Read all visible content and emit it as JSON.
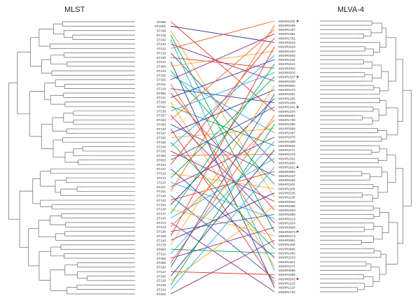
{
  "titles": {
    "left": "MLST",
    "right": "MLVA-4"
  },
  "colors": {
    "tree": "#666666",
    "label": "#333333",
    "marker": "#e0262a",
    "links": [
      "#e8342d",
      "#2e3192",
      "#f7a823",
      "#00a651",
      "#27aae1",
      "#8e2a8e",
      "#f26522",
      "#3a53a4"
    ]
  },
  "left_labels": [
    "ST665",
    "ST1001",
    "ST339",
    "ST106",
    "ST242",
    "ST243",
    "ST112",
    "ST132",
    "ST139",
    "ST113",
    "ST484",
    "ST123",
    "ST335",
    "ST325",
    "ST241",
    "ST128",
    "ST996",
    "ST121",
    "ST250",
    "ST111",
    "ST118",
    "ST337",
    "ST333",
    "ST483",
    "ST120",
    "ST127",
    "ST332",
    "ST130",
    "ST108",
    "ST105",
    "ST463",
    "ST803",
    "ST244",
    "ST137",
    "ST115",
    "ST114",
    "ST110",
    "ST107",
    "ST101",
    "ST140",
    "ST142",
    "ST334",
    "ST146",
    "ST147",
    "ST144",
    "ST273",
    "ST143",
    "ST136",
    "ST328",
    "ST145",
    "ST279",
    "ST664",
    "ST122",
    "ST259",
    "ST006",
    "ST330",
    "ST117",
    "ST336",
    "ST126",
    "ST125",
    "ST104",
    "ST002"
  ],
  "right_labels": [
    "MSHR1102",
    "MSHR0499",
    "MSHR1407",
    "MSHR1081",
    "MSHR1781",
    "MSHR0943",
    "MSHR0434",
    "MSHR1403",
    "MSHR0408",
    "MSHR1118",
    "MSHR2441",
    "MSHR0300",
    "MSHR0976",
    "MSHR1837",
    "MSHR1028",
    "MSHR0600",
    "MSHR0470",
    "MSHR2461",
    "MSHR1285",
    "MSHR1459",
    "MSHR1641",
    "MSHR1070",
    "MSHR0887",
    "MSHR1730",
    "MSHR1050",
    "MSHR0999",
    "MSHR1087",
    "MSHR2475",
    "MSHR1939",
    "MSHR0634",
    "MSHR2471",
    "MSHR1075",
    "MSHR1051",
    "MSHR2460",
    "MSHR1822",
    "MSHR0692",
    "MSHR2437",
    "MSHR0282",
    "MSHR1102",
    "MSHR1105",
    "MSHR0236",
    "MSHR1139",
    "MSHR0944",
    "MSHR0365",
    "MSHR2453",
    "MSHR1865",
    "MSHR0213",
    "MSHR1924",
    "MSHR0668",
    "MSHR0873",
    "MSHR0174",
    "MSHR0991",
    "MSHR1169",
    "MSHR0695",
    "MSHR1400",
    "MSHR2223",
    "MSHR1161",
    "MSHR1174",
    "MSHR0096",
    "MSHR1869",
    "MSHR0503",
    "MSHR1123",
    "MSHR1120",
    "MSHR1734"
  ],
  "right_markers": [
    0,
    13,
    20,
    34,
    49,
    60
  ],
  "links": [
    [
      0,
      21
    ],
    [
      1,
      5
    ],
    [
      2,
      41
    ],
    [
      3,
      49
    ],
    [
      4,
      58
    ],
    [
      5,
      14
    ],
    [
      6,
      0
    ],
    [
      7,
      33
    ],
    [
      8,
      11
    ],
    [
      9,
      62
    ],
    [
      10,
      7
    ],
    [
      11,
      38
    ],
    [
      12,
      26
    ],
    [
      13,
      3
    ],
    [
      14,
      52
    ],
    [
      15,
      19
    ],
    [
      16,
      44
    ],
    [
      17,
      9
    ],
    [
      18,
      57
    ],
    [
      19,
      29
    ],
    [
      20,
      12
    ],
    [
      21,
      47
    ],
    [
      22,
      2
    ],
    [
      23,
      36
    ],
    [
      24,
      61
    ],
    [
      25,
      16
    ],
    [
      26,
      25
    ],
    [
      27,
      53
    ],
    [
      28,
      8
    ],
    [
      29,
      42
    ],
    [
      30,
      31
    ],
    [
      31,
      20
    ],
    [
      32,
      4
    ],
    [
      33,
      55
    ],
    [
      34,
      39
    ],
    [
      35,
      13
    ],
    [
      36,
      46
    ],
    [
      37,
      27
    ],
    [
      38,
      1
    ],
    [
      39,
      60
    ],
    [
      40,
      35
    ],
    [
      41,
      18
    ],
    [
      42,
      50
    ],
    [
      43,
      10
    ],
    [
      44,
      32
    ],
    [
      45,
      63
    ],
    [
      46,
      23
    ],
    [
      47,
      45
    ],
    [
      48,
      6
    ],
    [
      49,
      40
    ],
    [
      50,
      15
    ],
    [
      51,
      54
    ],
    [
      52,
      28
    ],
    [
      53,
      48
    ],
    [
      54,
      22
    ],
    [
      55,
      17
    ],
    [
      56,
      59
    ],
    [
      57,
      30
    ],
    [
      58,
      43
    ],
    [
      59,
      24
    ],
    [
      60,
      34
    ],
    [
      61,
      51
    ]
  ]
}
